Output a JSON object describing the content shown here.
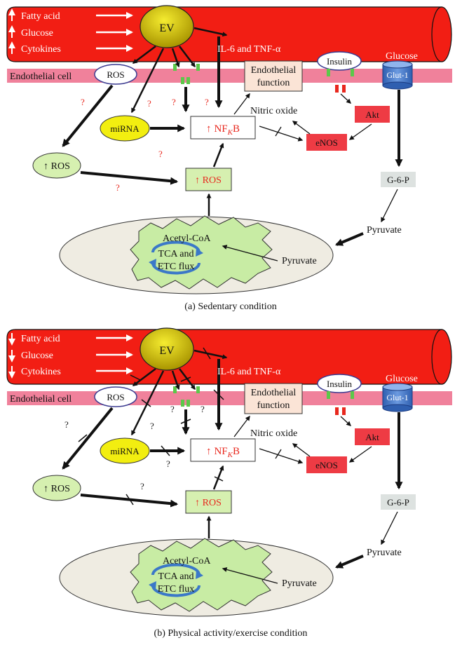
{
  "panels": [
    {
      "caption": "(a)  Sedentary condition",
      "blood": {
        "arrow": "up-arrow",
        "items": [
          "Fatty acid",
          "Glucose",
          "Cytokines"
        ],
        "ev": "EV",
        "il6": "IL-6 and TNF-α",
        "insulin": "Insulin",
        "glucose": "Glucose"
      },
      "membrane": {
        "label": "Endothelial cell",
        "ros": "ROS",
        "glut": "Glut-1"
      },
      "cell": {
        "endo1": "Endothelial",
        "endo2": "function",
        "nitric": "Nitric oxide",
        "akt": "Akt",
        "enos": "eNOS",
        "nfkb_arrow": "↑",
        "nfkb_nf": "NF",
        "nfkb_k": "K",
        "nfkb_b": "B",
        "mirna": "miRNA",
        "ros_left": "↑ ROS",
        "ros_box": "↑ ROS",
        "g6p": "G-6-P",
        "pyruvate_out": "Pyruvate",
        "acetyl": "Acetyl-CoA",
        "tca1": "TCA and",
        "tca2": "ETC flux",
        "pyruvate_in": "Pyruvate",
        "q": "?"
      }
    },
    {
      "caption": "(b)  Physical activity/exercise condition",
      "blood": {
        "arrow": "down-arrow",
        "items": [
          "Fatty acid",
          "Glucose",
          "Cytokines"
        ],
        "ev": "EV",
        "il6": "IL-6 and TNF-α",
        "insulin": "Insulin",
        "glucose": "Glucose"
      },
      "membrane": {
        "label": "Endothelial cell",
        "ros": "ROS",
        "glut": "Glut-1"
      },
      "cell": {
        "endo1": "Endothelial",
        "endo2": "function",
        "nitric": "Nitric oxide",
        "akt": "Akt",
        "enos": "eNOS",
        "nfkb_arrow": "↑",
        "nfkb_nf": "NF",
        "nfkb_k": "K",
        "nfkb_b": "B",
        "mirna": "miRNA",
        "ros_left": "↑ ROS",
        "ros_box": "↑ ROS",
        "g6p": "G-6-P",
        "pyruvate_out": "Pyruvate",
        "acetyl": "Acetyl-CoA",
        "tca1": "TCA and",
        "tca2": "ETC flux",
        "pyruvate_in": "Pyruvate",
        "q": "?"
      }
    }
  ],
  "colors": {
    "vessel": "#f21e14",
    "membrane": "#f0819b",
    "ev": "#d8c800",
    "mirna": "#f2ee10",
    "ros_green": "#d6f0b0",
    "mito_inner": "#c8eca4",
    "mito_outer": "#efece2",
    "red_box": "#ee3b44",
    "endo_box": "#fbe4d6",
    "glut": "#4a78c8",
    "question_sedentary": "#e0201c",
    "question_exercise": "#1a1a1a"
  }
}
